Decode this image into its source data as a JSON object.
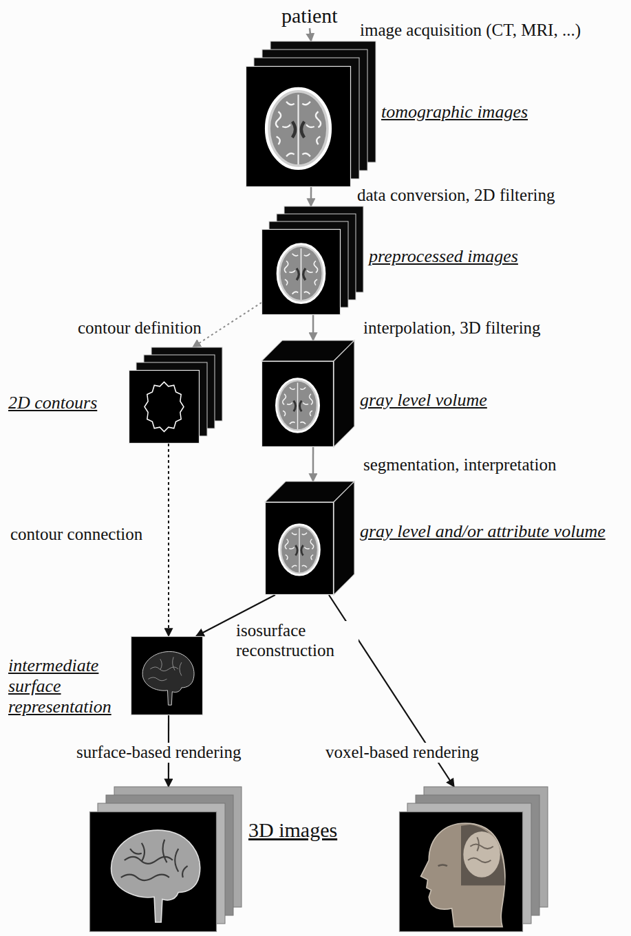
{
  "diagram": {
    "nodes": [
      {
        "text": [
          "patient"
        ]
      },
      {
        "text": [
          "tomographic images"
        ]
      },
      {
        "text": [
          "preprocessed images"
        ]
      },
      {
        "text": [
          "2D contours"
        ]
      },
      {
        "text": [
          "gray level volume"
        ]
      },
      {
        "text": [
          "gray level and/or attribute volume"
        ]
      },
      {
        "text": [
          "intermediate surface representation"
        ]
      },
      {
        "text": []
      },
      {
        "text": []
      }
    ],
    "edges": [
      {
        "from": 0,
        "to": 1,
        "arrow": "to",
        "label": "image acquisition (CT, MRI, ...)"
      },
      {
        "from": 1,
        "to": 2,
        "arrow": "to",
        "label": "data conversion, 2D filtering"
      },
      {
        "from": 2,
        "to": 3,
        "arrow": "to",
        "label": "contour definition"
      },
      {
        "from": 2,
        "to": 4,
        "arrow": "to",
        "label": "interpolation, 3D filtering"
      },
      {
        "from": 4,
        "to": 5,
        "arrow": "to",
        "label": "segmentation, interpretation"
      },
      {
        "from": 3,
        "to": 6,
        "arrow": "to",
        "label": "contour connection"
      },
      {
        "from": 5,
        "to": 6,
        "arrow": "to",
        "label": "isosurface reconstruction"
      },
      {
        "from": 6,
        "to": 7,
        "arrow": "to",
        "label": "surface-based rendering"
      },
      {
        "from": 5,
        "to": 8,
        "arrow": "to",
        "label": "voxel-based rendering"
      }
    ],
    "labels": [
      "3D images"
    ]
  }
}
